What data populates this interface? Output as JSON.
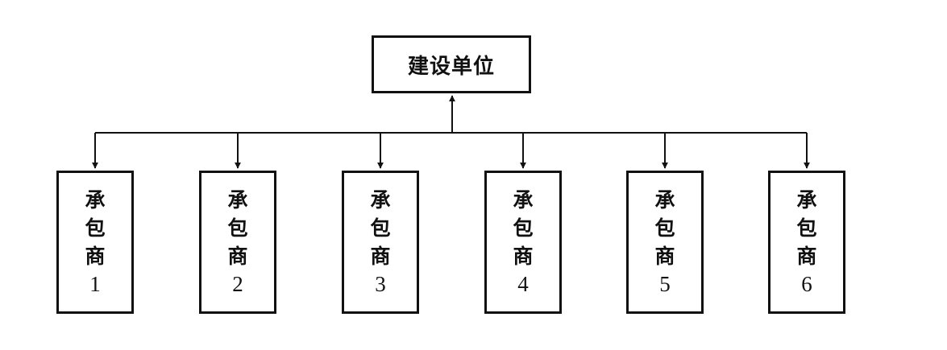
{
  "diagram": {
    "top": {
      "label": "建设单位"
    },
    "children": [
      {
        "chars": [
          "承",
          "包",
          "商"
        ],
        "num": "1"
      },
      {
        "chars": [
          "承",
          "包",
          "商"
        ],
        "num": "2"
      },
      {
        "chars": [
          "承",
          "包",
          "商"
        ],
        "num": "3"
      },
      {
        "chars": [
          "承",
          "包",
          "商"
        ],
        "num": "4"
      },
      {
        "chars": [
          "承",
          "包",
          "商"
        ],
        "num": "5"
      },
      {
        "chars": [
          "承",
          "包",
          "商"
        ],
        "num": "6"
      }
    ],
    "colors": {
      "line": "#111111",
      "background": "#ffffff"
    }
  }
}
